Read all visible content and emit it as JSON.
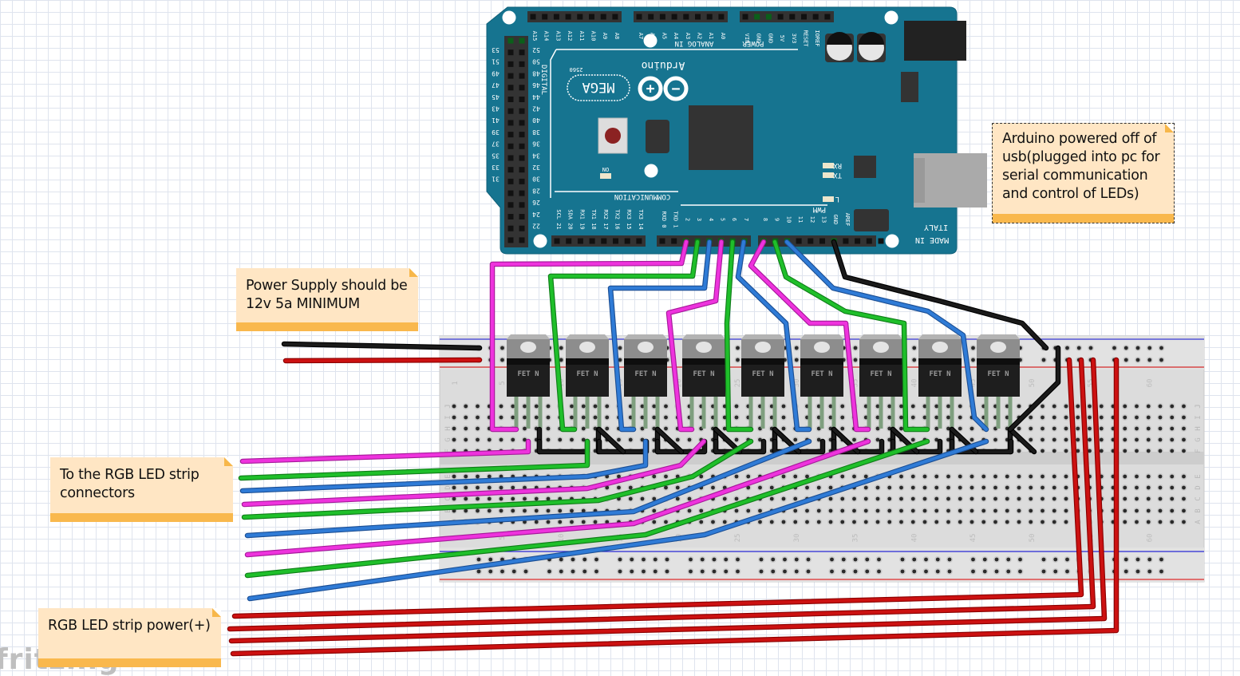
{
  "app": "Fritzing breadboard view",
  "watermark": "fritzing",
  "notes": {
    "arduino_power": "Arduino powered off of usb(plugged into pc for serial communication and control of LEDs)",
    "power_supply": "Power Supply should be 12v 5a MINIMUM",
    "rgb_connectors": "To the RGB LED strip connectors",
    "rgb_power": "RGB LED strip power(+)"
  },
  "arduino": {
    "brand": "Arduino",
    "model": "MEGA",
    "model_number": "2560",
    "made_in": "MADE IN",
    "country": "ITALY",
    "labels": {
      "analog_in": "ANALOG IN",
      "power": "POWER",
      "digital": "DIGITAL",
      "communication": "COMMUNICATION",
      "pwm": "PWM",
      "on": "ON",
      "rx": "RX",
      "tx": "TX",
      "l": "L",
      "gnd": "GND",
      "five_v": "5V"
    },
    "analog_pins_high": [
      "A15",
      "A14",
      "A13",
      "A12",
      "A11",
      "A10",
      "A9",
      "A8"
    ],
    "analog_pins_low": [
      "A7",
      "A6",
      "A5",
      "A4",
      "A3",
      "A2",
      "A1",
      "A0"
    ],
    "power_pins": [
      "VIN",
      "GND",
      "GND",
      "5V",
      "3V3",
      "RESET",
      "IOREF"
    ],
    "comm_pins": [
      "SCL 21",
      "SDA 20",
      "RX1 19",
      "TX1 18",
      "RX2 17",
      "TX2 16",
      "RX3 15",
      "TX3 14"
    ],
    "pwm_pins_low": [
      "RXD 0",
      "TXD 1",
      "2",
      "3",
      "4",
      "5",
      "6",
      "7"
    ],
    "pwm_pins_high": [
      "8",
      "9",
      "10",
      "11",
      "12",
      "13",
      "GND",
      "AREF"
    ],
    "digital_left_labels": [
      "53",
      "51",
      "49",
      "47",
      "45",
      "43",
      "41",
      "39",
      "37",
      "35",
      "33",
      "31"
    ],
    "digital_right_labels": [
      "52",
      "50",
      "48",
      "46",
      "44",
      "42",
      "40",
      "38",
      "36",
      "34",
      "32",
      "30",
      "28",
      "26",
      "24",
      "22"
    ]
  },
  "mosfets": {
    "label": "FET N",
    "count": 9
  },
  "breadboard": {
    "row_letters_top": [
      "J",
      "I",
      "H",
      "G",
      "F"
    ],
    "row_letters_bottom": [
      "E",
      "D",
      "C",
      "B",
      "A"
    ],
    "column_numbers": [
      "1",
      "5",
      "10",
      "15",
      "20",
      "25",
      "30",
      "35",
      "40",
      "45",
      "50",
      "55",
      "60"
    ]
  },
  "wire_colors": {
    "red": "#cc1111",
    "green": "#1fbf2a",
    "blue": "#2f7bd6",
    "pink": "#ee33dd",
    "black": "#1a1a1a"
  },
  "connections": [
    {
      "from": "Arduino pin 2",
      "color": "pink",
      "to": "MOSFET 1 gate"
    },
    {
      "from": "Arduino pin 3",
      "color": "green",
      "to": "MOSFET 2 gate"
    },
    {
      "from": "Arduino pin 4",
      "color": "blue",
      "to": "MOSFET 3 gate"
    },
    {
      "from": "Arduino pin 5",
      "color": "pink",
      "to": "MOSFET 4 gate"
    },
    {
      "from": "Arduino pin 6",
      "color": "green",
      "to": "MOSFET 5 gate"
    },
    {
      "from": "Arduino pin 7",
      "color": "blue",
      "to": "MOSFET 6 gate"
    },
    {
      "from": "Arduino pin 8",
      "color": "pink",
      "to": "MOSFET 7 gate"
    },
    {
      "from": "Arduino pin 9",
      "color": "green",
      "to": "MOSFET 8 gate"
    },
    {
      "from": "Arduino pin 10",
      "color": "blue",
      "to": "MOSFET 9 gate"
    },
    {
      "from": "Arduino GND",
      "color": "black",
      "to": "Breadboard ground rail"
    }
  ],
  "strip_power_wires": 4,
  "strip_signal_wires": 9
}
